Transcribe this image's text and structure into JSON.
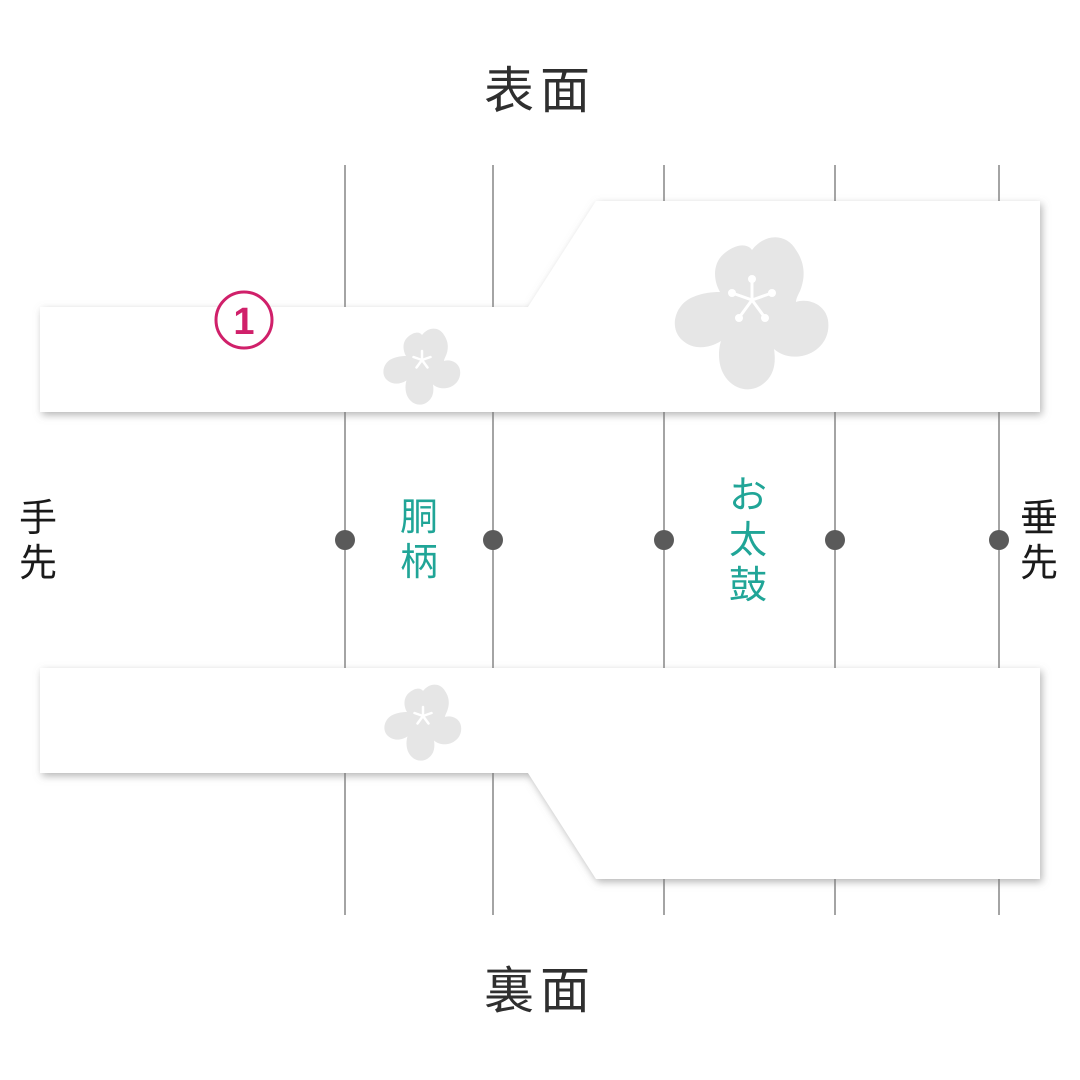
{
  "titles": {
    "front": "表面",
    "back": "裏面"
  },
  "labels": {
    "left_end": "手\n先",
    "right_end": "垂\n先",
    "section_middle": "胴\n柄",
    "section_taiko": "お\n太\n鼓"
  },
  "markers": {
    "step_number": "1"
  },
  "icons": {
    "sakura": "sakura-icon"
  },
  "colors": {
    "background": "#ffffff",
    "band_fill": "#ffffff",
    "band_shadow": "#8a8a8a",
    "guide_line": "#4a4a4a",
    "node_dot": "#5a5a5a",
    "sakura": "#e6e6e6",
    "section_label": "#20a597",
    "step_marker": "#d0206a",
    "text": "#2f2f2f"
  }
}
